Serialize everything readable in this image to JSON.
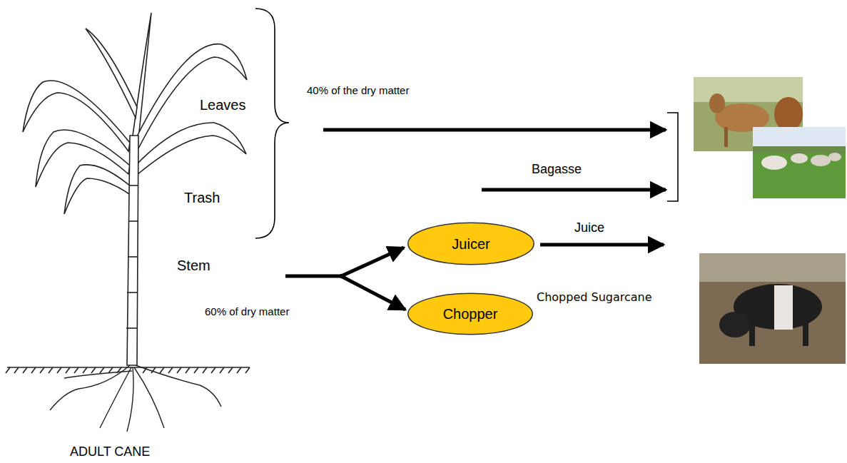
{
  "diagram": {
    "nodes": [
      {
        "text": [
          "Juicer"
        ]
      },
      {
        "text": [
          "Chopper"
        ]
      }
    ],
    "labels": [
      "Leaves",
      "Trash",
      "Stem",
      "ADULT CANE",
      "40% of the dry matter",
      "Bagasse",
      "Juice",
      "60% of dry matter",
      "Chopped Sugarcane"
    ]
  }
}
